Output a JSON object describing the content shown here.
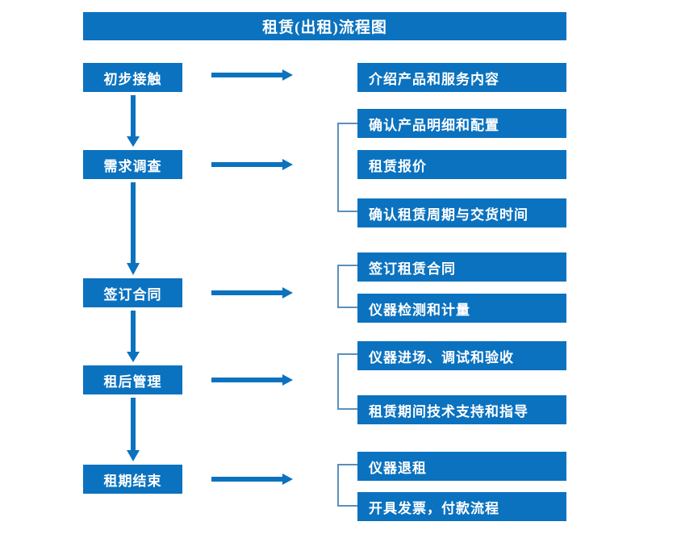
{
  "diagram": {
    "title": "租赁(出租)流程图",
    "colors": {
      "box_blue": "#0b72bf",
      "arrow_blue": "#0b72bf",
      "bracket_blue": "#5b8fbe",
      "text_white": "#ffffff",
      "background": "#ffffff"
    },
    "stages": [
      {
        "id": "s1",
        "label": "初步接触"
      },
      {
        "id": "s2",
        "label": "需求调查"
      },
      {
        "id": "s3",
        "label": "签订合同"
      },
      {
        "id": "s4",
        "label": "租后管理"
      },
      {
        "id": "s5",
        "label": "租期结束"
      }
    ],
    "details": [
      {
        "id": "d1",
        "label": "介绍产品和服务内容",
        "stage": "s1"
      },
      {
        "id": "d2",
        "label": "确认产品明细和配置",
        "stage": "s2"
      },
      {
        "id": "d3",
        "label": "租赁报价",
        "stage": "s2"
      },
      {
        "id": "d4",
        "label": "确认租赁周期与交货时间",
        "stage": "s2"
      },
      {
        "id": "d5",
        "label": "签订租赁合同",
        "stage": "s3"
      },
      {
        "id": "d6",
        "label": "仪器检测和计量",
        "stage": "s3"
      },
      {
        "id": "d7",
        "label": "仪器进场、调试和验收",
        "stage": "s4"
      },
      {
        "id": "d8",
        "label": "租赁期间技术支持和指导",
        "stage": "s4"
      },
      {
        "id": "d9",
        "label": "仪器退租",
        "stage": "s5"
      },
      {
        "id": "d10",
        "label": "开具发票，付款流程",
        "stage": "s5"
      }
    ],
    "connectors": {
      "horizontal_arrows": 5,
      "vertical_arrows": 4,
      "brackets": 4
    }
  }
}
